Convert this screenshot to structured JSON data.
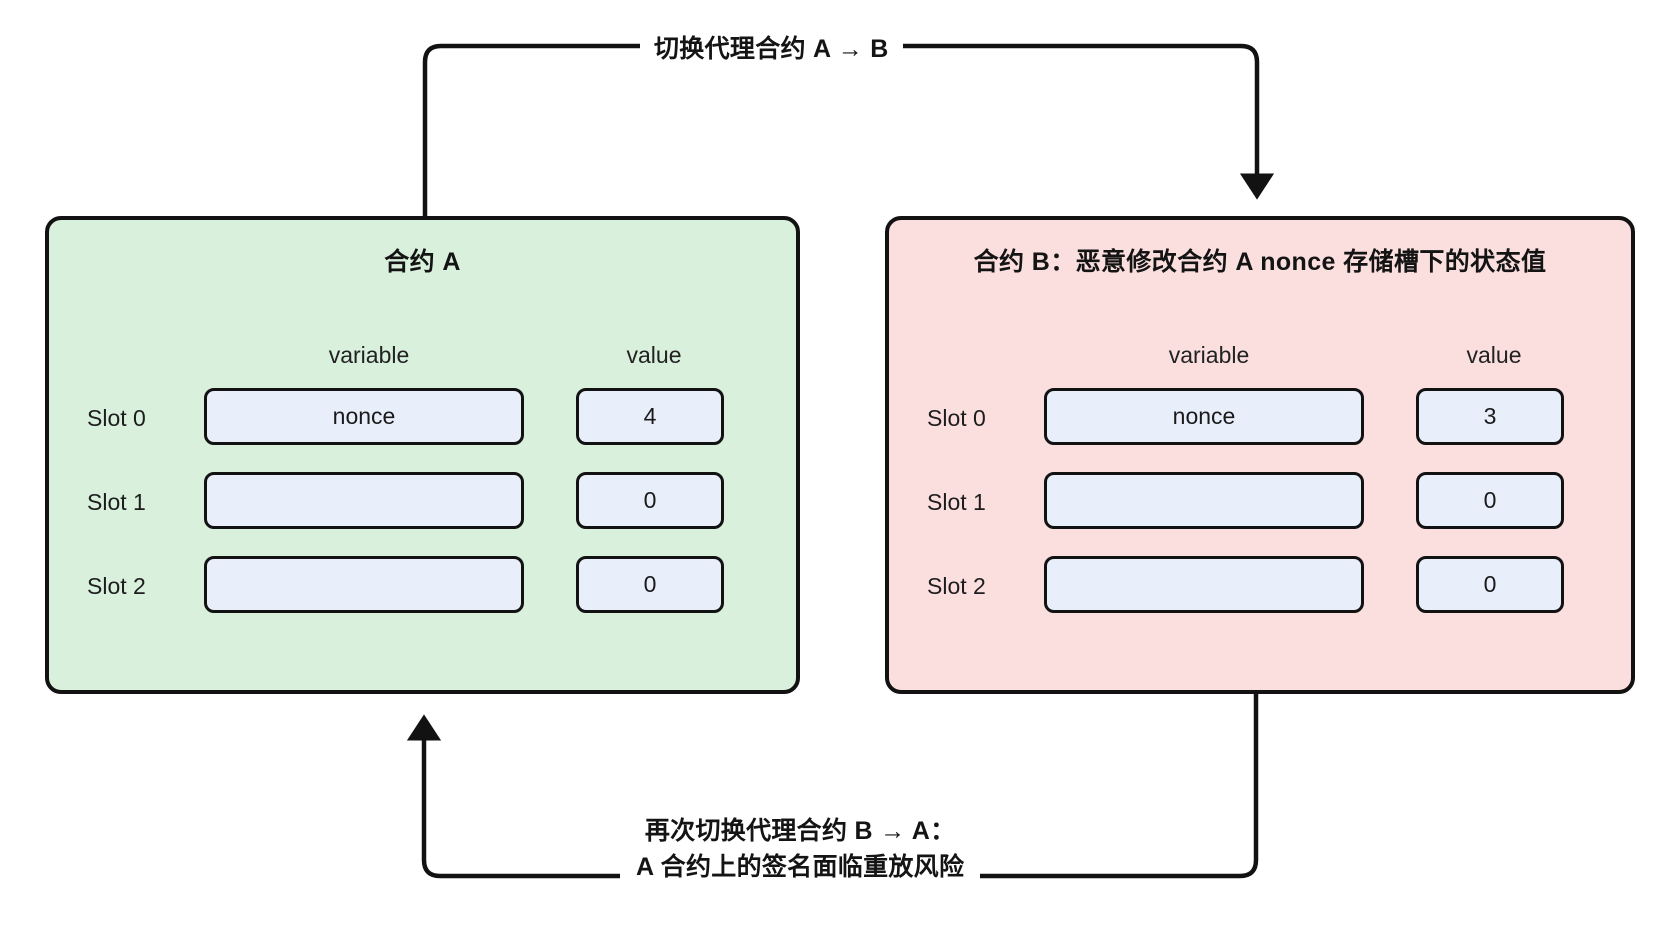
{
  "diagram": {
    "title_top_edge": "切换代理合约 A → B",
    "bottom_edge_line1": "再次切换代理合约 B → A：",
    "bottom_edge_line2": "A 合约上的签名面临重放风险",
    "colors": {
      "contract_a_fill": "#d8f0dc",
      "contract_b_fill": "#fbdfdf",
      "chip_fill": "#e9eefb",
      "stroke": "#121212"
    }
  },
  "contract_a": {
    "title": "合约 A",
    "headers": {
      "variable": "variable",
      "value": "value"
    },
    "rows": [
      {
        "slot": "Slot 0",
        "variable": "nonce",
        "value": "4"
      },
      {
        "slot": "Slot 1",
        "variable": "",
        "value": "0"
      },
      {
        "slot": "Slot 2",
        "variable": "",
        "value": "0"
      }
    ]
  },
  "contract_b": {
    "title": "合约 B：恶意修改合约 A nonce 存储槽下的状态值",
    "headers": {
      "variable": "variable",
      "value": "value"
    },
    "rows": [
      {
        "slot": "Slot 0",
        "variable": "nonce",
        "value": "3"
      },
      {
        "slot": "Slot 1",
        "variable": "",
        "value": "0"
      },
      {
        "slot": "Slot 2",
        "variable": "",
        "value": "0"
      }
    ]
  }
}
